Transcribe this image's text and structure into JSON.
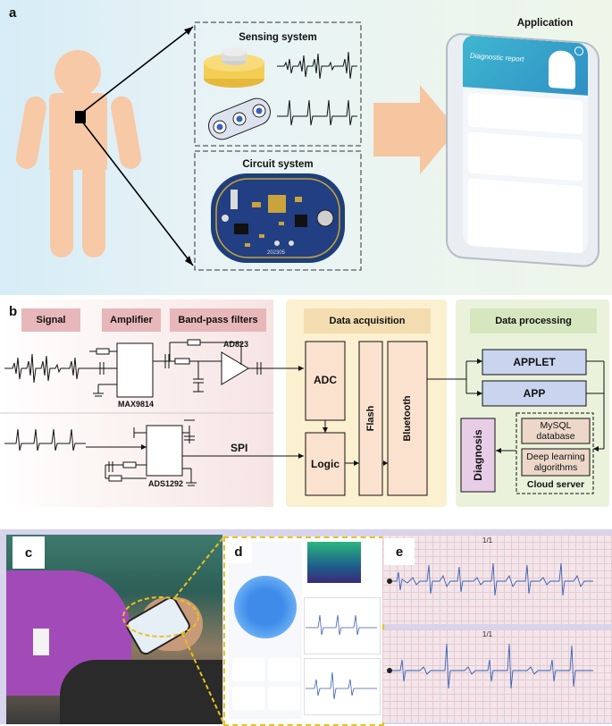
{
  "panels": {
    "a": "a",
    "b": "b",
    "c": "c",
    "d": "d",
    "e": "e"
  },
  "panel_a": {
    "sensing_title": "Sensing system",
    "circuit_title": "Circuit system",
    "application_title": "Application",
    "phone_header": "Diagnostic report",
    "pcb_label": "202305"
  },
  "panel_b": {
    "signal": "Signal",
    "amplifier": "Amplifier",
    "bandpass": "Band-pass filters",
    "chip_max": "MAX9814",
    "chip_ad": "AD823",
    "chip_ads": "ADS1292",
    "spi": "SPI",
    "data_acq": "Data acquisition",
    "adc": "ADC",
    "logic": "Logic",
    "flash": "Flash",
    "bluetooth": "Bluetooth",
    "data_proc": "Data processing",
    "applet": "APPLET",
    "app": "APP",
    "diagnosis": "Diagnosis",
    "mysql": "MySQL database",
    "deep": "Deep learning algorithms",
    "cloud": "Cloud server"
  },
  "panel_e": {
    "page_1": "1/1",
    "page_2": "1/1"
  },
  "colors": {
    "signal_label_bg": "#e8b7b9",
    "data_acq_bg": "#fbf0cf",
    "data_proc_bg": "#eaf2dc",
    "applet_bg": "#c9d4ee",
    "diagnosis_bg": "#e8cde6",
    "cloud_item_bg": "#ecd7c9",
    "arrow_orange": "#f5c6a0",
    "person": "#f7c9a7",
    "ecg_blue": "#3b5fb0"
  }
}
